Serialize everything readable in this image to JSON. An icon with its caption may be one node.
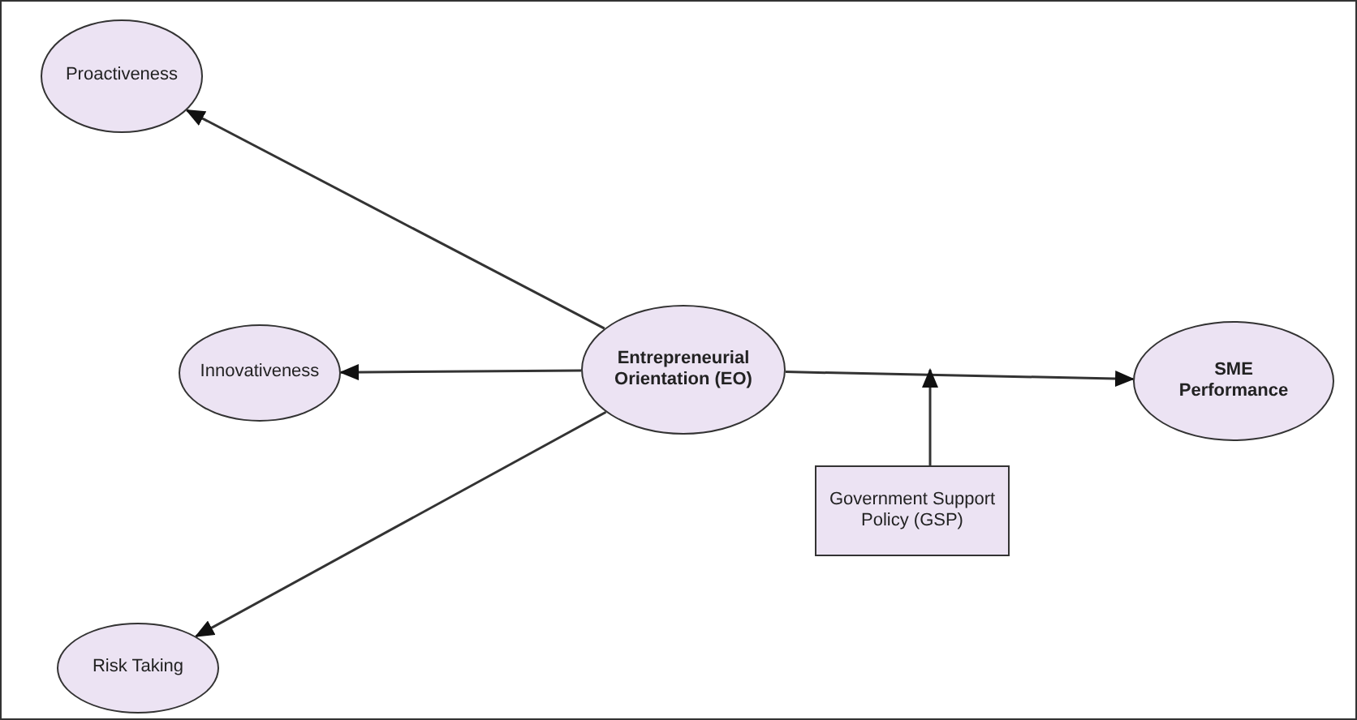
{
  "diagram": {
    "nodes": [
      {
        "text": [
          "Proactiveness"
        ]
      },
      {
        "text": [
          "Innovativeness"
        ]
      },
      {
        "text": [
          "Entrepreneurial Orientation (EO)"
        ]
      },
      {
        "text": [
          "SME Performance"
        ]
      },
      {
        "text": [
          "Risk Taking"
        ]
      },
      {
        "text": [
          "Government Support Policy (GSP)"
        ]
      }
    ],
    "edges": [
      {
        "from": 2,
        "to": 0,
        "arrow": "to"
      },
      {
        "from": 2,
        "to": 1,
        "arrow": "to"
      },
      {
        "from": 2,
        "to": 4,
        "arrow": "to"
      },
      {
        "from": 2,
        "to": 3,
        "arrow": "to"
      },
      {
        "from": 5,
        "to": null,
        "arrow": "to"
      }
    ]
  }
}
